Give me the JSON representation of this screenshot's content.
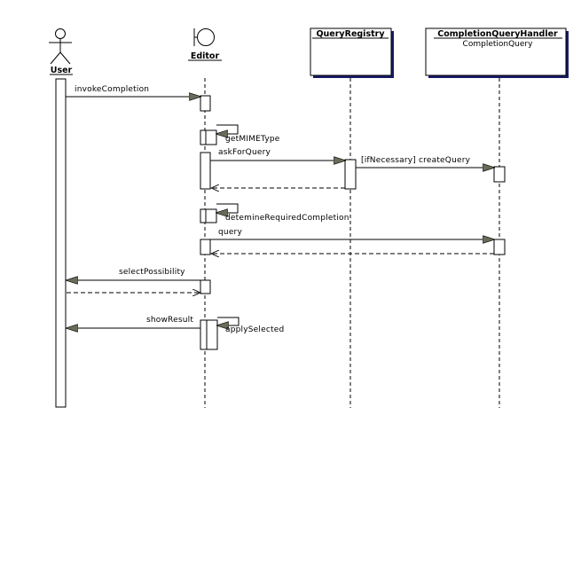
{
  "participants": {
    "user": "User",
    "editor": "Editor",
    "registry": "QueryRegistry",
    "handler": "CompletionQueryHandler",
    "handler_class": "CompletionQuery"
  },
  "messages": {
    "invoke": "invokeCompletion",
    "get_mime": "getMIMEType",
    "ask": "askForQuery",
    "create": "[ifNecessary] createQuery",
    "determine": "detemineRequiredCompletion",
    "query": "query",
    "select": "selectPossibility",
    "show": "showResult",
    "apply": "applySelected"
  },
  "colors": {
    "line": "#000000",
    "arrowhead": "#6b6b5a",
    "shadow": "#1a1a66",
    "fill": "#ffffff"
  }
}
